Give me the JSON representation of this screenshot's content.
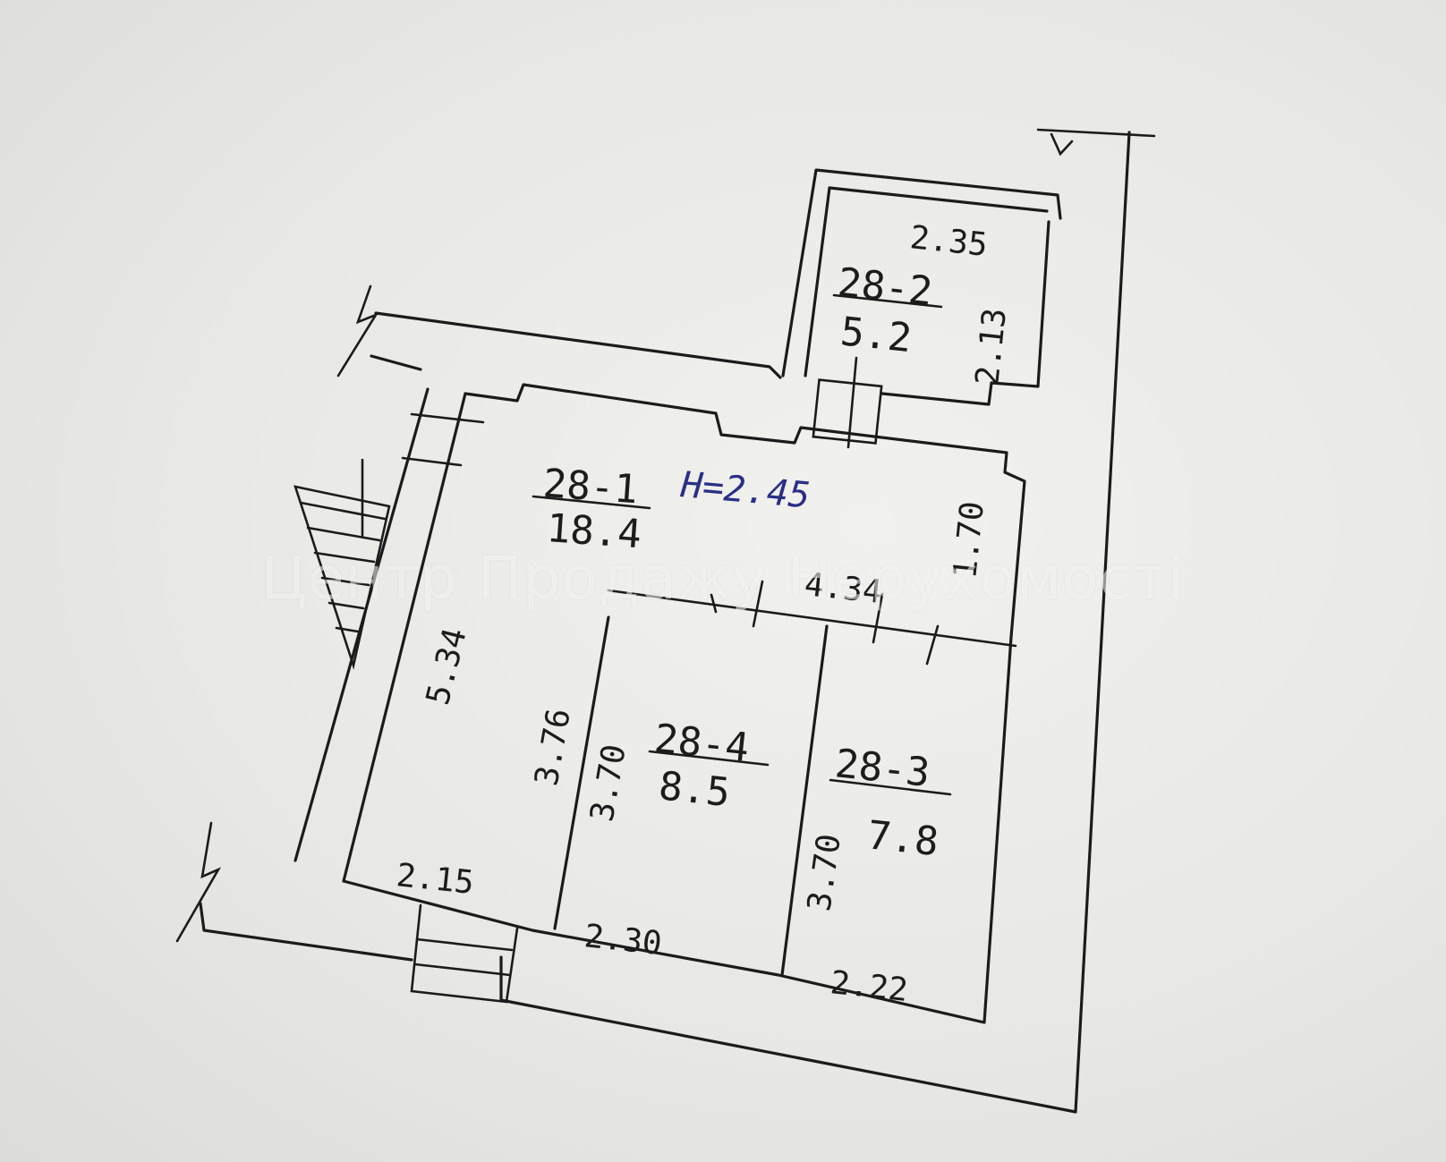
{
  "plan": {
    "rooms": [
      {
        "id": "28-1",
        "area": "18.4"
      },
      {
        "id": "28-2",
        "area": "5.2"
      },
      {
        "id": "28-3",
        "area": "7.8"
      },
      {
        "id": "28-4",
        "area": "8.5"
      }
    ],
    "ceiling_height": "H=2.45",
    "dimensions": {
      "d_2_35": "2.35",
      "d_2_13": "2.13",
      "d_1_70": "1.70",
      "d_4_34": "4.34",
      "d_5_34": "5.34",
      "d_3_76": "3.76",
      "d_3_70_a": "3.70",
      "d_3_70_b": "3.70",
      "d_2_15": "2.15",
      "d_2_30": "2.30",
      "d_2_22": "2.22"
    }
  },
  "watermark": "Центр Продажу Нерухомості"
}
